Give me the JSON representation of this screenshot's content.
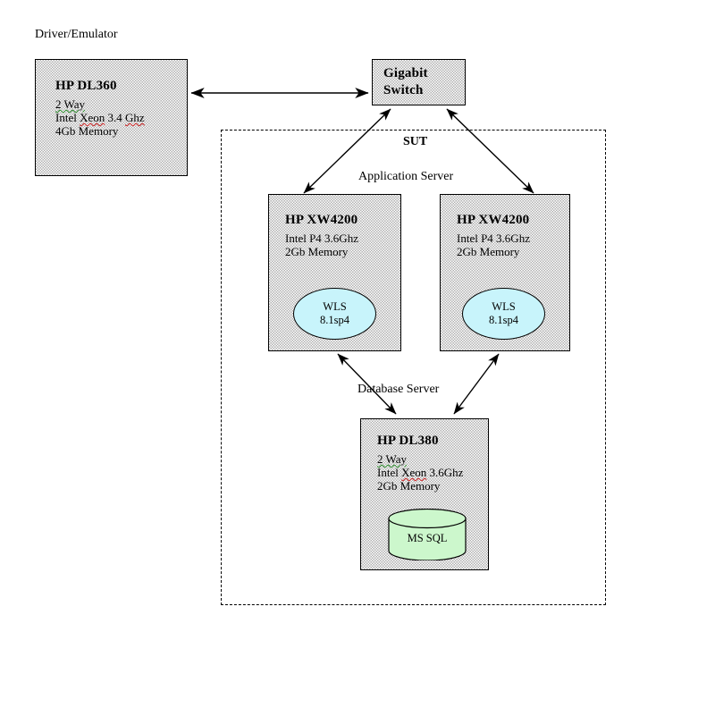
{
  "diagram": {
    "driver_label": "Driver/Emulator",
    "sut_label": "SUT",
    "app_tier_label": "Application Server",
    "db_tier_label": "Database Server",
    "nodes": {
      "driver": {
        "title": "HP DL360",
        "spec1": "2 Way",
        "spec2_a": "Intel ",
        "spec2_b": "Xeon",
        "spec2_c": " 3.4 ",
        "spec2_d": "Ghz",
        "spec3": "4Gb Memory"
      },
      "switch": {
        "line1": "Gigabit",
        "line2": "Switch"
      },
      "app1": {
        "title": "HP XW4200",
        "spec1": "Intel P4 3.6Ghz",
        "spec2": "2Gb Memory",
        "software_line1": "WLS",
        "software_line2": "8.1sp4"
      },
      "app2": {
        "title": "HP XW4200",
        "spec1": "Intel P4 3.6Ghz",
        "spec2": "2Gb Memory",
        "software_line1": "WLS",
        "software_line2": "8.1sp4"
      },
      "db": {
        "title": "HP DL380",
        "spec1": "2 Way",
        "spec2_a": "Intel ",
        "spec2_b": "Xeon",
        "spec2_c": " 3.6Ghz",
        "spec3": "2Gb Memory",
        "database_label": "MS SQL"
      }
    },
    "colors": {
      "node_fill": "#b0b0b0",
      "node_border": "#000000",
      "wls_fill": "#c8f4fb",
      "db_fill": "#ccf7cc",
      "connector": "#000000"
    }
  }
}
